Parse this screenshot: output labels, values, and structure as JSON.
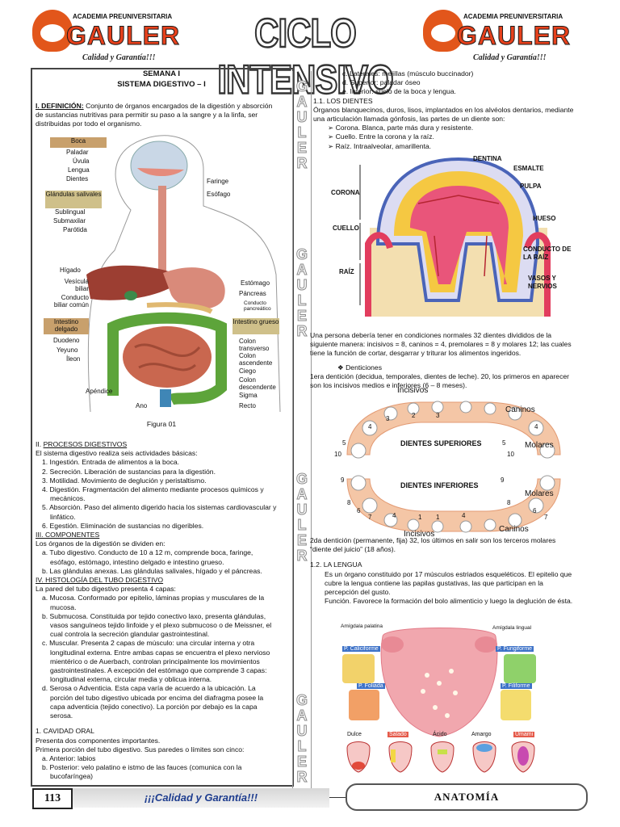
{
  "header": {
    "academy": "ACADEMIA PREUNIVERSITARIA",
    "brand": "GAULER",
    "slogan": "Calidad y Garantía!!!",
    "cycle": "CICLO INTENSIVO"
  },
  "left": {
    "week": "SEMANA I",
    "topic": "SISTEMA DIGESTIVO – I",
    "def_title": "I.  DEFINICIÓN:",
    "def_text": " Conjunto de órganos encargados de la digestión y absorción de sustancias nutritivas para permitir su paso a la sangre y a la linfa, ser distribuidas por todo el organismo.",
    "figure": {
      "caption": "Figura 01",
      "boca_box": "Boca",
      "boca_items": [
        "Paladar",
        "Úvula",
        "Lengua",
        "Dientes"
      ],
      "glandulas_box": "Glándulas salivales",
      "glandulas_items": [
        "Sublingual",
        "Submaxilar",
        "Parótida"
      ],
      "faringe": "Faringe",
      "esofago": "Esófago",
      "higado": "Hígado",
      "vesicula": "Vesícula biliar",
      "conducto": "Conducto biliar común",
      "estomago": "Estómago",
      "pancreas": "Páncreas",
      "conducto_panc": "Conducto pancreático",
      "delgado_box": "Intestino delgado",
      "delgado_items": [
        "Duodeno",
        "Yeyuno",
        "Íleon"
      ],
      "grueso_box": "Intestino grueso",
      "grueso_items": [
        "Colon transverso",
        "Colon ascendente",
        "Ciego",
        "Colon descendente",
        "Sigma",
        "Recto"
      ],
      "apendice": "Apéndice",
      "ano": "Ano"
    },
    "procesos_title": "II.",
    "procesos_title_u": "PROCESOS DIGESTIVOS",
    "procesos_intro": "El sistema digestivo realiza seis actividades básicas:",
    "procesos": [
      "1.   Ingestión. Entrada de alimentos a la boca.",
      "2.   Secreción. Liberación de sustancias para la digestión.",
      "3.   Motilidad. Movimiento de deglución y peristaltismo.",
      "4.   Digestión. Fragmentación del alimento mediante procesos químicos y mecánicos.",
      "5.   Absorción. Paso del alimento digerido hacia los sistemas cardiovascular y linfático.",
      "6.   Egestión. Eliminación de sustancias no digeribles."
    ],
    "componentes_title": "III.   COMPONENTES",
    "componentes_intro": "Los órganos de la digestión se dividen en:",
    "componentes": [
      "a.   Tubo digestivo. Conducto de 10 a 12 m, comprende boca, faringe, esófago, estómago, intestino delgado e intestino grueso.",
      "b.   Las glándulas anexas. Las glándulas salivales, hígado y el páncreas."
    ],
    "histo_title": "IV.      HISTOLOGÍA DEL TUBO DIGESTIVO",
    "histo_intro": "La pared del tubo digestivo presenta 4 capas:",
    "histo": [
      "a.   Mucosa. Conformado por epitelio, láminas propias y musculares de la mucosa.",
      "b.   Submucosa. Constituida por tejido conectivo laxo, presenta glándulas, vasos sanguíneos tejido linfoide y el plexo submucoso o de Meissner, el cual controla la secreción glandular gastrointestinal.",
      "c.   Muscular. Presenta 2 capas de músculo: una circular interna y otra longitudinal externa. Entre ambas capas se encuentra el plexo nervioso mientérico o de Auerbach, controlan principalmente los movimientos gastrointestinales. A excepción del estómago que comprende 3 capas: longitudinal externa, circular media y oblicua interna.",
      "d.   Serosa o Adventicia. Esta capa varía de acuerdo a la ubicación. La porción del tubo digestivo ubicada por encima del diafragma posee la capa adventicia (tejido conectivo). La porción por debajo es la capa serosa."
    ],
    "cav_title": "1.   CAVIDAD ORAL",
    "cav_intro1": "Presenta dos componentes importantes.",
    "cav_intro2": "Primera porción del tubo digestivo. Sus paredes o límites son cinco:",
    "cav": [
      "a.   Anterior: labios",
      "b.   Posterior: velo palatino e istmo de las fauces (comunica con la bucofaríngea)"
    ]
  },
  "right": {
    "cav_cont": [
      "c.   Laterales: mejillas (músculo buccinador)",
      "d.   Superior: paladar óseo",
      "e.   Inferior: suelo de la boca y lengua."
    ],
    "dientes_title": "1.1.      LOS DIENTES",
    "dientes_intro": "Órganos blanquecinos, duros, lisos, implantados en los alvéolos dentarios, mediante una articulación llamada gónfosis, las partes de un diente son:",
    "dientes_partes": [
      "Corona. Blanca, parte más dura y resistente.",
      "Cuello. Entre la corona y la raíz.",
      "Raíz. Intraalveolar, amarillenta."
    ],
    "tooth": {
      "dentina": "DENTINA",
      "esmalte": "ESMALTE",
      "pulpa": "PULPA",
      "hueso": "HUESO",
      "conducto": "CONDUCTO DE LA RAÍZ",
      "vasos": "VASOS Y NERVIOS",
      "corona": "CORONA",
      "cuello": "CUELLO",
      "raiz": "RAÍZ"
    },
    "dientes_num": "Una persona debería tener en condiciones normales 32 dientes divididos de la siguiente manera: incisivos = 8, caninos = 4, premolares = 8 y molares 12; las cuales tiene la función de cortar, desgarrar y triturar los alimentos ingeridos.",
    "denticiones_title": "Denticiones",
    "denticion1": "1era dentición (decidua, temporales, dientes de leche). 20, los primeros en aparecer son los incisivos medios e inferiores (6 – 8 meses).",
    "arch": {
      "incisivos_top": "Incisivos",
      "caninos_top": "Caninos",
      "superiores": "DIENTES SUPERIORES",
      "inferiores": "DIENTES INFERIORES",
      "molares1": "Molares",
      "molares2": "Molares",
      "caninos_bot": "Caninos",
      "incisivos_bot": "Incisivos",
      "top_nums": [
        "3",
        "2",
        "3",
        "4",
        "4",
        "5",
        "5",
        "10",
        "10"
      ],
      "bot_nums": [
        "9",
        "9",
        "8",
        "8",
        "6",
        "6",
        "7",
        "7",
        "4",
        "1",
        "1",
        "4"
      ]
    },
    "denticion2": "2da dentición (permanente, fija) 32, los últimos en salir son los terceros molares “diente del juicio” (18 años).",
    "lengua_title": "1.2.       LA LENGUA",
    "lengua_text": "Es un órgano constituido por 17 músculos estriados esqueléticos. El epitelio que cubre la lengua contiene las papilas gustativas, las que participan en la percepción del gusto.",
    "lengua_funcion": "Función. Favorece la formación del bolo alimenticio y luego la deglución de ésta.",
    "tongue": {
      "amigdala_pal": "Amígdala palatina",
      "amigdala_ling": "Amígdala lingual",
      "caliciforme": "P. Caliciforme",
      "fungiforme": "P. Fungiforme",
      "foliada": "P. Foliada",
      "filiforme": "P. Filiforme",
      "tastes": [
        "Dulce",
        "Salado",
        "Ácido",
        "Amargo",
        "Umami"
      ]
    }
  },
  "vertical_word": "GAULER",
  "footer": {
    "page": "113",
    "slogan": "¡¡¡Calidad y Garantía!!!",
    "subject": "ANATOMÍA"
  },
  "colors": {
    "brand_orange": "#e7411c",
    "organ_box": "#c8a06c",
    "glandula_box": "#cfc08a",
    "footer_blue": "#1e3d8f"
  }
}
